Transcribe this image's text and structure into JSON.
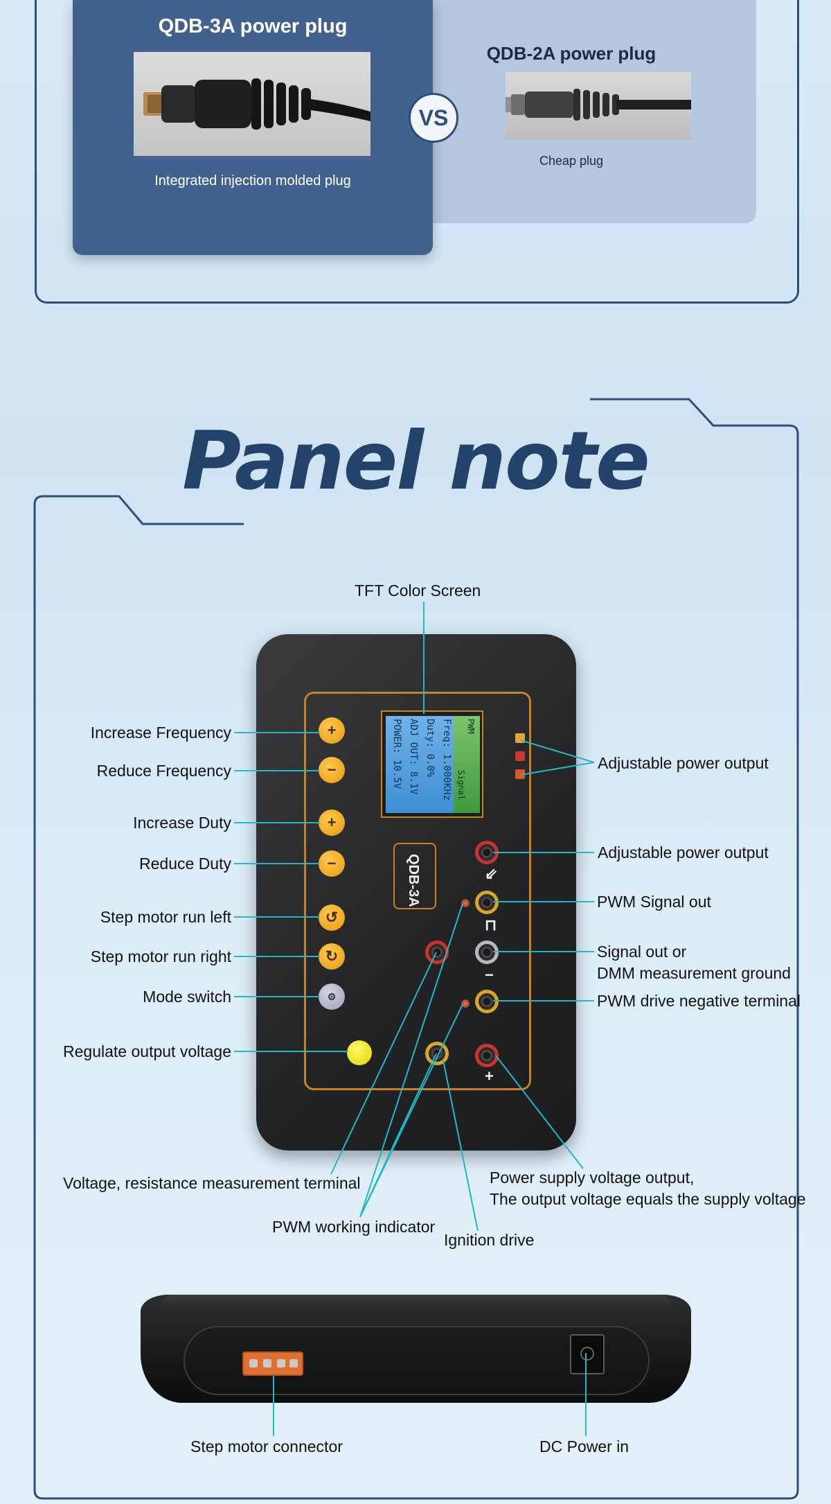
{
  "comparison": {
    "premium": {
      "title": "QDB-3A power plug",
      "caption": "Integrated injection molded plug"
    },
    "versus": "VS",
    "cheap": {
      "title": "QDB-2A power plug",
      "caption": "Cheap plug"
    }
  },
  "panel_section": {
    "title": "Panel note",
    "screen_label": "TFT Color  Screen",
    "device": {
      "model": "QDB-3A",
      "screen_lines": [
        "Freq: 1.000KHz",
        "Duty: 0.0%",
        "ADJ OUT: 8.1V",
        "POWER: 10.5V"
      ],
      "screen_side": [
        "PWM",
        "Signal"
      ]
    },
    "left_labels": [
      "Increase Frequency",
      "Reduce Frequency",
      "Increase Duty",
      "Reduce Duty",
      "Step motor run left",
      "Step motor run right",
      "Mode switch",
      "Regulate output voltage"
    ],
    "right_labels": [
      "Adjustable power output",
      "Adjustable power output",
      "PWM Signal out",
      "Signal out or",
      "DMM measurement ground",
      "PWM drive negative terminal"
    ],
    "bottom_labels": {
      "voltage_terminal": "Voltage, resistance measurement terminal",
      "pwm_indicator": "PWM working indicator",
      "ignition": "Ignition drive",
      "supply_line1": "Power supply voltage output,",
      "supply_line2": "The output voltage equals the supply voltage"
    },
    "side_labels": {
      "step_connector": "Step motor connector",
      "dc_in": "DC Power in"
    }
  },
  "colors": {
    "navy": "#23436a",
    "accent_line": "#22b8c8",
    "button_orange": "#e79a10"
  }
}
